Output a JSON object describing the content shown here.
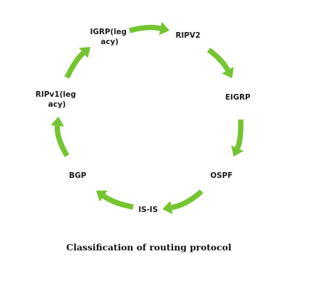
{
  "diagram": {
    "nodes": [
      {
        "id": "igrp",
        "lines": [
          "IGRP(leg",
          "acy)"
        ]
      },
      {
        "id": "ripv2",
        "lines": [
          "RIPV2"
        ]
      },
      {
        "id": "eigrp",
        "lines": [
          "EIGRP"
        ]
      },
      {
        "id": "ospf",
        "lines": [
          "OSPF"
        ]
      },
      {
        "id": "isis",
        "lines": [
          "IS-IS"
        ]
      },
      {
        "id": "bgp",
        "lines": [
          "BGP"
        ]
      },
      {
        "id": "ripv1",
        "lines": [
          "RIPv1(leg",
          "acy)"
        ]
      }
    ],
    "arrow_color": "#74c530",
    "caption": "Classification of routing protocol"
  }
}
